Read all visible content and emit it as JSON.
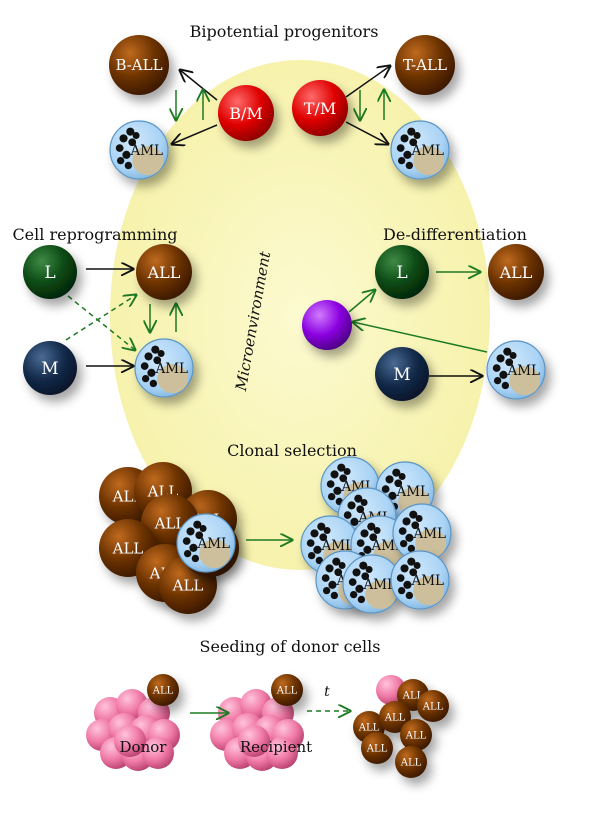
{
  "titles": {
    "bipotential": "Bipotential progenitors",
    "reprogramming": "Cell reprogramming",
    "dedifferentiation": "De-differentiation",
    "microenvironment": "Microenvironment",
    "clonal": "Clonal selection",
    "seeding": "Seeding of donor cells"
  },
  "cells": {
    "b_all": "B-ALL",
    "t_all": "T-ALL",
    "bm": "B/M",
    "tm": "T/M",
    "aml": "AML",
    "all": "ALL",
    "L": "L",
    "M": "M"
  },
  "seeding": {
    "donor": "Donor",
    "recipient": "Recipient",
    "time": "t"
  },
  "colors": {
    "microenvironment": "#fbf8c8",
    "all_cell": "#6b3200",
    "aml_cell": "#a9d3f5",
    "aml_nucleus": "#cdbf9c",
    "progenitor_red": "#e00000",
    "lymphoid_green": "#0b4a14",
    "myeloid_navy": "#132a4a",
    "stem_purple": "#8a00e0",
    "donor_pink": "#f07aa6",
    "arrow_green": "#1d7a22"
  }
}
